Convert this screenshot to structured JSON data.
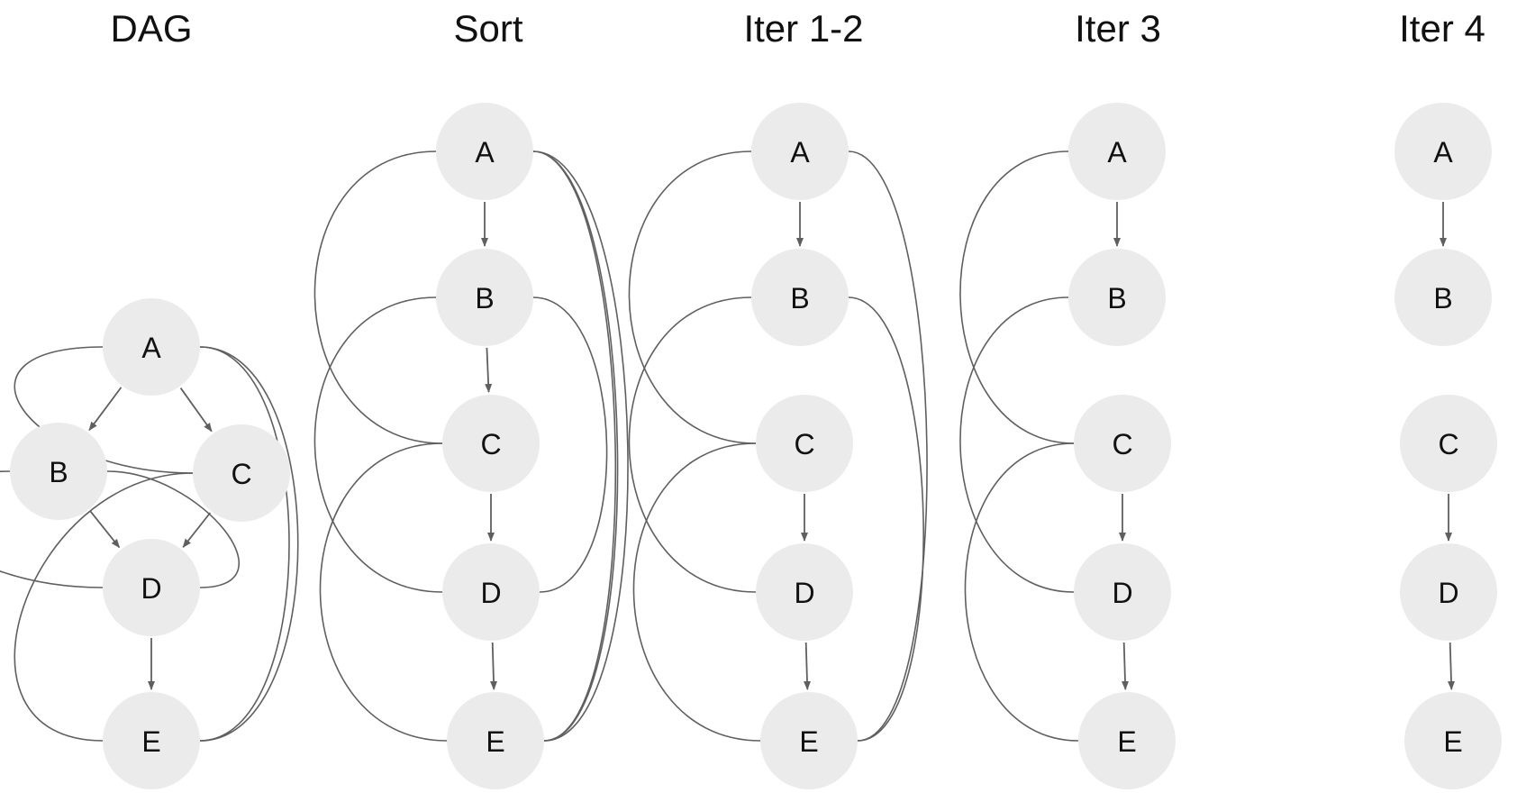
{
  "panels": [
    {
      "title": "DAG",
      "nodes": [
        {
          "id": "a",
          "label": "A"
        },
        {
          "id": "b",
          "label": "B"
        },
        {
          "id": "c",
          "label": "C"
        },
        {
          "id": "d",
          "label": "D"
        },
        {
          "id": "e",
          "label": "E"
        }
      ],
      "edges": [
        [
          "a",
          "b"
        ],
        [
          "a",
          "c"
        ],
        [
          "b",
          "d"
        ],
        [
          "c",
          "d"
        ],
        [
          "d",
          "e"
        ]
      ]
    },
    {
      "title": "Sort",
      "nodes": [
        {
          "id": "a",
          "label": "A"
        },
        {
          "id": "b",
          "label": "B"
        },
        {
          "id": "c",
          "label": "C"
        },
        {
          "id": "d",
          "label": "D"
        },
        {
          "id": "e",
          "label": "E"
        }
      ],
      "edges": [
        [
          "a",
          "b"
        ],
        [
          "b",
          "c"
        ],
        [
          "c",
          "d"
        ],
        [
          "d",
          "e"
        ]
      ]
    },
    {
      "title": "Iter 1-2",
      "nodes": [
        {
          "id": "a",
          "label": "A"
        },
        {
          "id": "b",
          "label": "B"
        },
        {
          "id": "c",
          "label": "C"
        },
        {
          "id": "d",
          "label": "D"
        },
        {
          "id": "e",
          "label": "E"
        }
      ],
      "edges": [
        [
          "a",
          "b"
        ],
        [
          "c",
          "d"
        ],
        [
          "d",
          "e"
        ]
      ]
    },
    {
      "title": "Iter 3",
      "nodes": [
        {
          "id": "a",
          "label": "A"
        },
        {
          "id": "b",
          "label": "B"
        },
        {
          "id": "c",
          "label": "C"
        },
        {
          "id": "d",
          "label": "D"
        },
        {
          "id": "e",
          "label": "E"
        }
      ],
      "edges": [
        [
          "a",
          "b"
        ],
        [
          "c",
          "d"
        ],
        [
          "d",
          "e"
        ]
      ]
    },
    {
      "title": "Iter 4",
      "nodes": [
        {
          "id": "a",
          "label": "A"
        },
        {
          "id": "b",
          "label": "B"
        },
        {
          "id": "c",
          "label": "C"
        },
        {
          "id": "d",
          "label": "D"
        },
        {
          "id": "e",
          "label": "E"
        }
      ],
      "edges": [
        [
          "a",
          "b"
        ],
        [
          "c",
          "d"
        ],
        [
          "d",
          "e"
        ]
      ]
    }
  ],
  "colors": {
    "node_fill": "#ebebeb",
    "edge": "#5f5f5f",
    "text": "#111111"
  }
}
